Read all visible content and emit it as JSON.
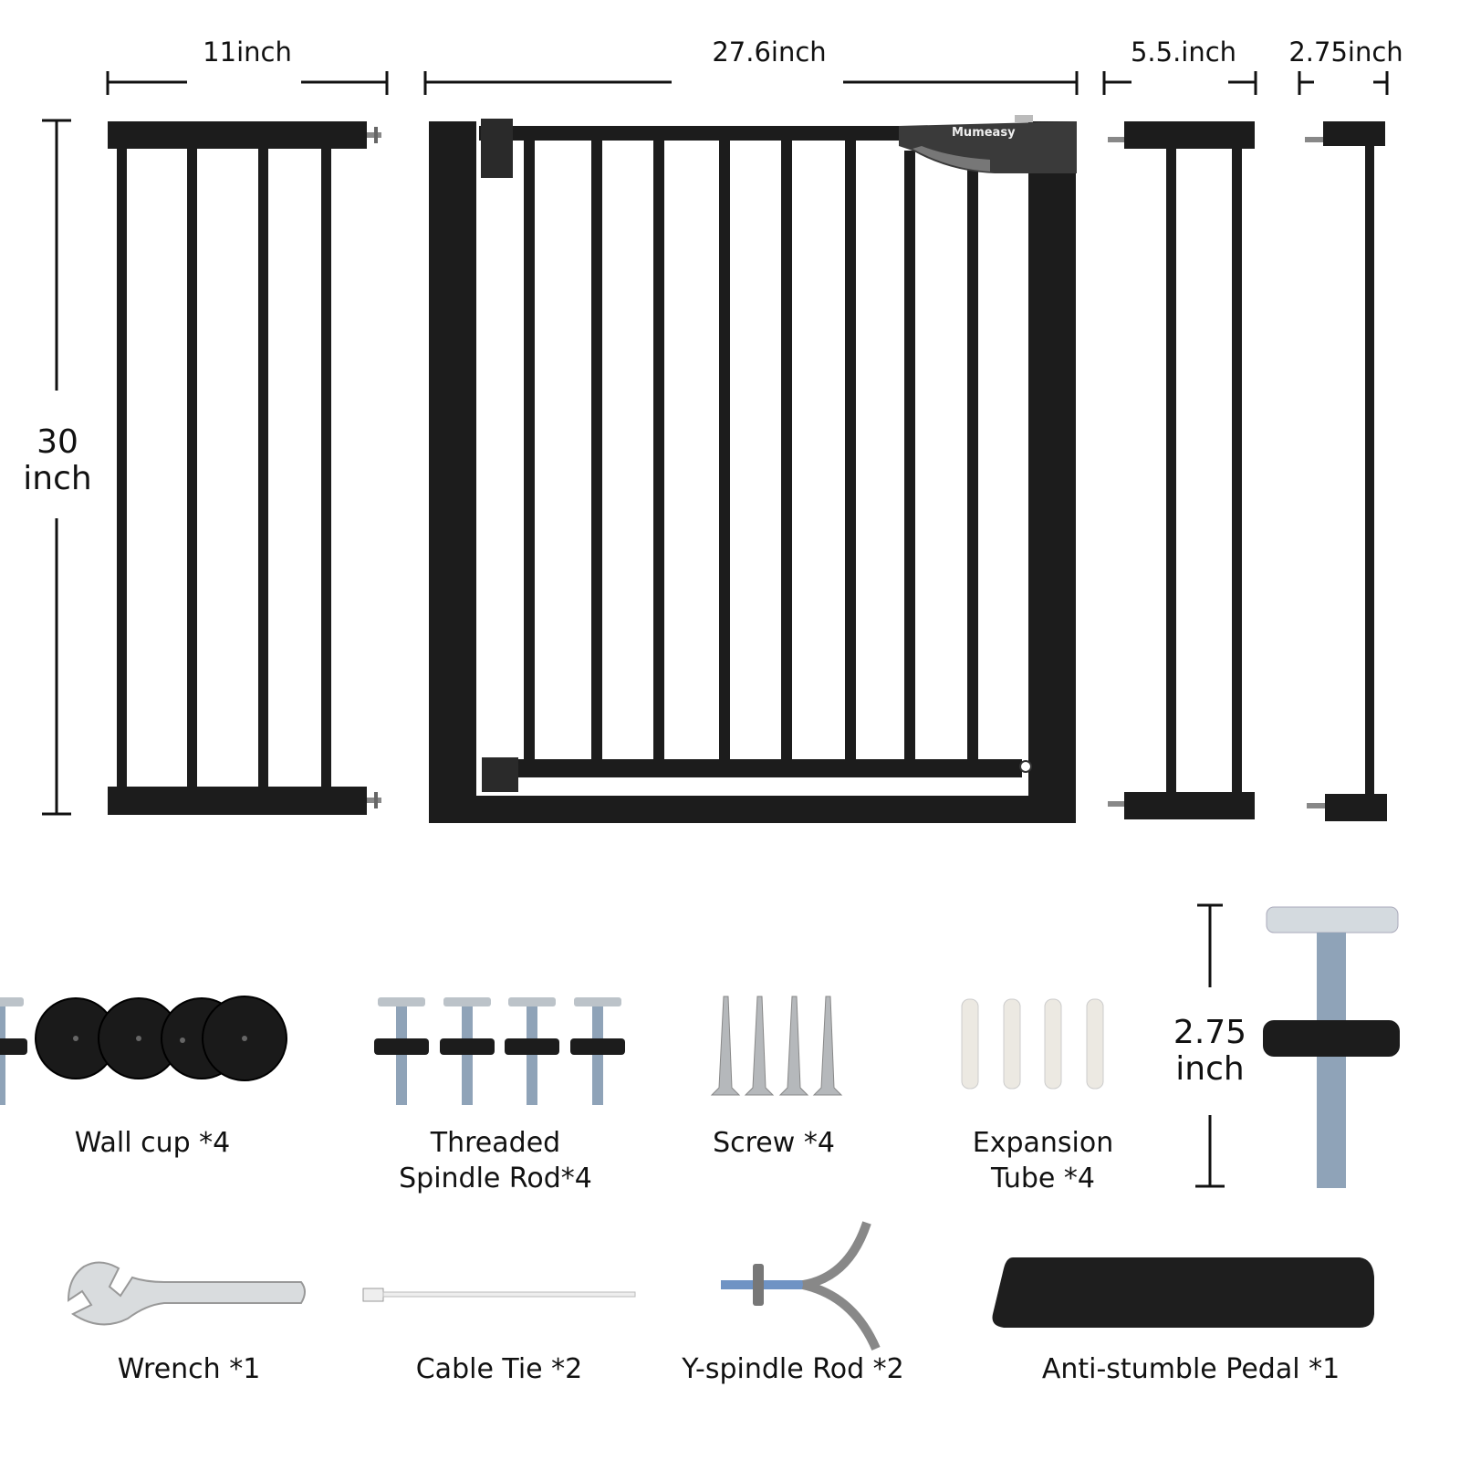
{
  "dimensions": {
    "panel_11": "11inch",
    "gate_width": "27.6inch",
    "panel_5_5": "5.5.inch",
    "panel_2_75": "2.75inch",
    "height_value": "30",
    "height_unit": "inch",
    "rod_length_value": "2.75",
    "rod_length_unit": "inch"
  },
  "brand": "Mumeasy",
  "accessories": [
    {
      "line1": "Wall cup *4"
    },
    {
      "line1": "Threaded",
      "line2": "Spindle Rod*4"
    },
    {
      "line1": "Screw *4"
    },
    {
      "line1": "Expansion",
      "line2": "Tube *4"
    },
    {
      "line1": "Wrench *1"
    },
    {
      "line1": "Cable Tie *2"
    },
    {
      "line1": "Y-spindle Rod *2"
    },
    {
      "line1": "Anti-stumble Pedal *1"
    }
  ],
  "colors": {
    "metal": "#1c1c1c",
    "latch": "#3a3a3a",
    "steel": "#8fa3b8"
  }
}
